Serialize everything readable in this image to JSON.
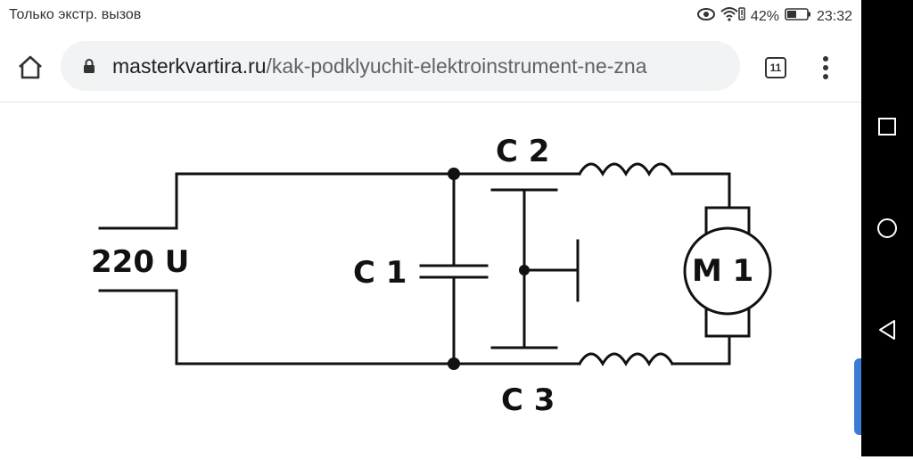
{
  "status_bar": {
    "left_text": "Только экстр. вызов",
    "battery_percent": "42%",
    "time": "23:32",
    "icons": [
      "eye-icon",
      "wifi-icon",
      "battery-icon"
    ]
  },
  "browser": {
    "url_domain": "masterkvartira.ru",
    "url_path": "/kak-podklyuchit-elektroinstrument-ne-zna",
    "tab_count": "11",
    "icons": [
      "home-icon",
      "lock-icon",
      "tabs-icon",
      "overflow-menu-icon"
    ]
  },
  "diagram": {
    "labels": {
      "voltage": "220 U",
      "c1": "C 1",
      "c2": "C 2",
      "c3": "C 3",
      "motor": "M 1"
    }
  },
  "nav_bar": {
    "icons": [
      "recents-square-icon",
      "home-circle-icon",
      "back-triangle-icon"
    ]
  }
}
